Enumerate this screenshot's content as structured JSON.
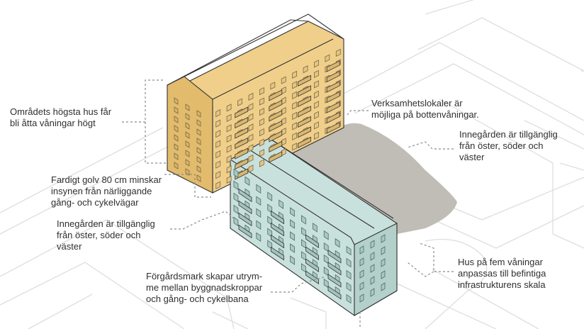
{
  "colors": {
    "tall_building": "#f0cf8b",
    "tall_building_shade": "#e3bb6d",
    "low_building": "#c9e1dd",
    "low_building_shade": "#b4d0cb",
    "courtyard": "#bfbdb6",
    "background_lines": "#dedede",
    "leader_lines": "#8c8c8c"
  },
  "annotations": {
    "tallest": {
      "lines": [
        "Områdets högsta hus får",
        "bli åtta våningar högt"
      ]
    },
    "business": {
      "lines": [
        "Verksamhetslokaler är",
        "möjliga på bottenvåningar."
      ]
    },
    "courtyard_right": {
      "lines": [
        "Innegården är tillgänglig",
        "från öster, söder och",
        "väster"
      ]
    },
    "raised_floor": {
      "lines": [
        "Fardigt golv 80 cm minskar",
        "insynen från närliggande",
        "gång- och cykelvägar"
      ]
    },
    "courtyard_left": {
      "lines": [
        "Innegården är tillgänglig",
        "från öster, söder och",
        "väster"
      ]
    },
    "five_floors": {
      "lines": [
        "Hus på fem våningar",
        "anpassas till befintiga",
        "infrastrukturens skala"
      ]
    },
    "front_yard": {
      "lines": [
        "Förgårdsmark skapar utrym-",
        "me mellan byggnadskroppar",
        "och gång- och cykelbana"
      ]
    }
  }
}
